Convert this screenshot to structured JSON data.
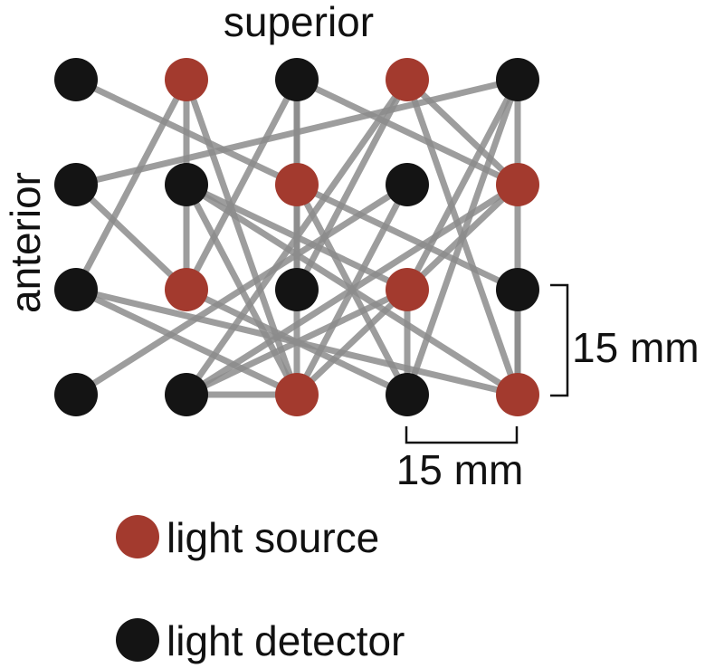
{
  "labels": {
    "top": "superior",
    "side": "anterior",
    "vertical_spacing": "15 mm",
    "horizontal_spacing": "15 mm"
  },
  "legend": {
    "source": "light source",
    "detector": "light detector"
  },
  "colors": {
    "source": "#a33a2e",
    "detector": "#141414",
    "channel": "#8c8c8c",
    "text": "#111111"
  },
  "grid": {
    "rows": 4,
    "cols": 5,
    "nodes": [
      [
        "detector",
        "source",
        "detector",
        "source",
        "detector"
      ],
      [
        "detector",
        "detector",
        "source",
        "detector",
        "source"
      ],
      [
        "detector",
        "source",
        "detector",
        "source",
        "detector"
      ],
      [
        "detector",
        "detector",
        "source",
        "detector",
        "source"
      ]
    ]
  },
  "channels": [
    [
      [
        0,
        1
      ],
      [
        2,
        0
      ]
    ],
    [
      [
        0,
        1
      ],
      [
        1,
        1
      ]
    ],
    [
      [
        0,
        1
      ],
      [
        3,
        2
      ]
    ],
    [
      [
        0,
        3
      ],
      [
        2,
        2
      ]
    ],
    [
      [
        0,
        3
      ],
      [
        1,
        4
      ]
    ],
    [
      [
        0,
        3
      ],
      [
        3,
        4
      ]
    ],
    [
      [
        1,
        2
      ],
      [
        0,
        2
      ]
    ],
    [
      [
        1,
        2
      ],
      [
        2,
        2
      ]
    ],
    [
      [
        1,
        2
      ],
      [
        0,
        0
      ]
    ],
    [
      [
        1,
        2
      ],
      [
        3,
        3
      ]
    ],
    [
      [
        1,
        2
      ],
      [
        2,
        4
      ]
    ],
    [
      [
        1,
        4
      ],
      [
        0,
        2
      ]
    ],
    [
      [
        1,
        4
      ],
      [
        3,
        1
      ]
    ],
    [
      [
        2,
        1
      ],
      [
        0,
        2
      ]
    ],
    [
      [
        2,
        1
      ],
      [
        1,
        0
      ]
    ],
    [
      [
        2,
        1
      ],
      [
        1,
        1
      ]
    ],
    [
      [
        2,
        1
      ],
      [
        3,
        3
      ]
    ],
    [
      [
        2,
        3
      ],
      [
        0,
        4
      ]
    ],
    [
      [
        2,
        3
      ],
      [
        3,
        1
      ]
    ],
    [
      [
        2,
        3
      ],
      [
        1,
        1
      ]
    ],
    [
      [
        2,
        3
      ],
      [
        3,
        3
      ]
    ],
    [
      [
        3,
        2
      ],
      [
        2,
        0
      ]
    ],
    [
      [
        3,
        2
      ],
      [
        3,
        1
      ]
    ],
    [
      [
        3,
        2
      ],
      [
        1,
        1
      ]
    ],
    [
      [
        3,
        2
      ],
      [
        1,
        3
      ]
    ],
    [
      [
        3,
        2
      ],
      [
        1,
        4
      ]
    ],
    [
      [
        3,
        2
      ],
      [
        0,
        2
      ]
    ],
    [
      [
        3,
        4
      ],
      [
        2,
        0
      ]
    ],
    [
      [
        3,
        4
      ],
      [
        1,
        1
      ]
    ],
    [
      [
        3,
        4
      ],
      [
        2,
        4
      ]
    ],
    [
      [
        3,
        4
      ],
      [
        0,
        4
      ]
    ],
    [
      [
        1,
        0
      ],
      [
        0,
        4
      ]
    ],
    [
      [
        3,
        0
      ],
      [
        1,
        3
      ]
    ],
    [
      [
        3,
        1
      ],
      [
        0,
        3
      ]
    ],
    [
      [
        3,
        3
      ],
      [
        0,
        4
      ]
    ]
  ]
}
